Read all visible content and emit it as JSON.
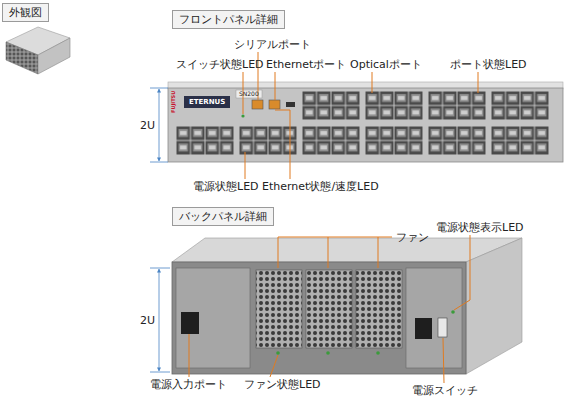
{
  "diagram": {
    "nodes": [
      {
        "text": [
          "外観図"
        ]
      },
      {
        "text": [
          "フロントパネル詳細"
        ]
      },
      {
        "text": [
          "バックパネル詳細"
        ]
      }
    ],
    "labels": [
      "シリアルポート",
      "スイッチ状態LED",
      "Ethernetポート",
      "Opticalポート",
      "ポート状態LED",
      "FUJITSU",
      "ETERNUS",
      "SN200",
      "2U",
      "電源状態LED",
      "Ethernet状態/速度LED",
      "ファン",
      "電源状態表示LED",
      "2U",
      "電源入力ポート",
      "ファン状態LED",
      "電源スイッチ"
    ]
  }
}
